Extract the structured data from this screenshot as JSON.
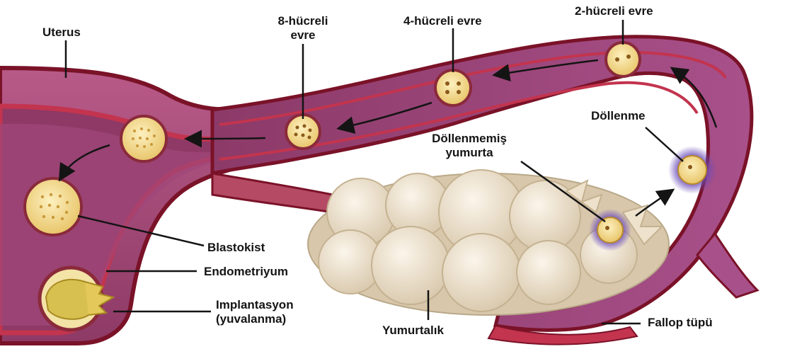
{
  "labels": {
    "uterus": "Uterus",
    "cell8": [
      "8-hücreli",
      "evre"
    ],
    "cell4": "4-hücreli evre",
    "cell2": "2-hücreli evre",
    "fertilization": "Döllenme",
    "unfertilized": [
      "Döllenmemiş",
      "yumurta"
    ],
    "blastocyst": "Blastokist",
    "endometrium": "Endometriyum",
    "implantation": [
      "Implantasyon",
      "(yuvalanma)"
    ],
    "ovary": "Yumurtalık",
    "fallopian": "Fallop tüpü"
  },
  "colors": {
    "tissue": "#a14a78",
    "tissue_dark": "#5c1e3c",
    "wall": "#c3344e",
    "wall_edge": "#7a1228",
    "cell": "#f2d58a",
    "ovary": "#eadfcc",
    "leader": "#141414"
  }
}
